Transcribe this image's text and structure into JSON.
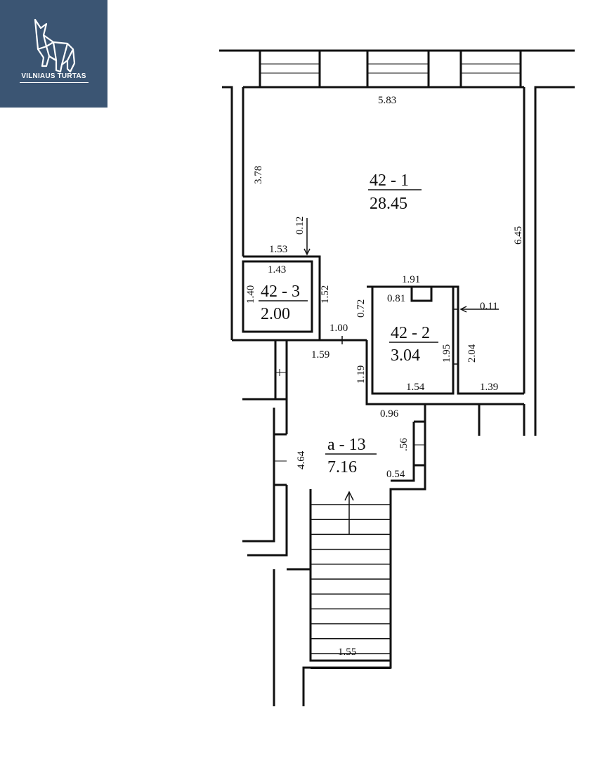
{
  "brand": {
    "name": "VILNIAUS TURTAS",
    "bg_color": "#3b5573",
    "icon": "wolf-howling-icon"
  },
  "rooms": [
    {
      "id": "42 - 1",
      "area": "28.45"
    },
    {
      "id": "42 - 3",
      "area": "2.00"
    },
    {
      "id": "42 - 2",
      "area": "3.04"
    },
    {
      "id": "a - 13",
      "area": "7.16"
    }
  ],
  "dimensions": {
    "d_5_83": "5.83",
    "d_3_78": "3.78",
    "d_6_45": "6.45",
    "d_0_12": "0.12",
    "d_1_53": "1.53",
    "d_1_43": "1.43",
    "d_1_40": "1.40",
    "d_1_52": "1.52",
    "d_1_91": "1.91",
    "d_0_81": "0.81",
    "d_0_72": "0.72",
    "d_0_11": "0.11",
    "d_1_00": "1.00",
    "d_1_59": "1.59",
    "d_1_95": "1.95",
    "d_2_04": "2.04",
    "d_1_19": "1.19",
    "d_1_54": "1.54",
    "d_1_39": "1.39",
    "d_0_96": "0.96",
    "d_56": ".56",
    "d_4_64": "4.64",
    "d_0_54": "0.54",
    "d_1_55": "1.55"
  }
}
